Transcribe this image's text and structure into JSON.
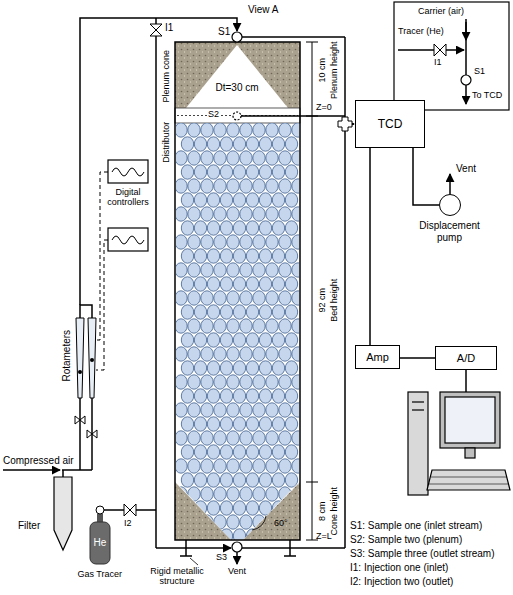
{
  "diagram": {
    "nodes": [
      {
        "text": [
          "TCD"
        ]
      },
      {
        "text": [
          "Displacement pump"
        ]
      },
      {
        "text": [
          "Amp"
        ]
      },
      {
        "text": [
          "A/D"
        ]
      }
    ],
    "edges": [
      {
        "from": 0,
        "to": 1,
        "arrow": "none"
      },
      {
        "from": 0,
        "to": 2,
        "arrow": "none"
      },
      {
        "from": 2,
        "to": 3,
        "arrow": "none"
      }
    ],
    "labels": [
      "View A",
      "I1",
      "S1",
      "Plenum cone",
      "Dt=30 cm",
      "10 cm",
      "Plenum height",
      "S2",
      "Distributor",
      "Z=0",
      "92 cm",
      "Bed height",
      "8 cm",
      "Cone height",
      "60°",
      "Z=L",
      "S3",
      "Vent",
      "I2",
      "Rigid metallic structure",
      "He",
      "Gas Tracer",
      "Compressed air",
      "Filter",
      "Rotameters",
      "Digital controllers",
      "Vent",
      "Carrier (air)",
      "Tracer (He)",
      "I1",
      "S1",
      "To TCD",
      "S1: Sample one (inlet stream)",
      "S2: Sample two (plenum)",
      "S3: Sample three (outlet stream)",
      "I1: Injection one (inlet)",
      "I2: Injection two (outlet)"
    ]
  }
}
